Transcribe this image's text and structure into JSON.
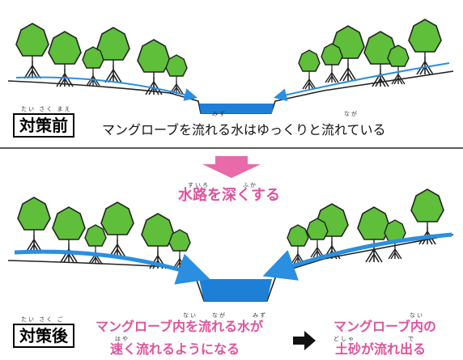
{
  "before": {
    "label": "対策前",
    "label_ruby": "たい さく まえ",
    "caption": "マングローブを流れる水はゆっくりと流れている",
    "ruby_naga": "なが",
    "ruby_mizu": "みず"
  },
  "step": {
    "text": "水路を深くする",
    "ruby_suiro": "すいろ",
    "ruby_fuka": "ふか"
  },
  "after": {
    "label": "対策後",
    "label_ruby": "たい さく ご",
    "effect1_line1": "マングローブ内を流れる水が",
    "effect1_line2": "速く流れるようになる",
    "effect2_line1": "マングローブ内の",
    "effect2_line2": "土砂が流れ出る",
    "ruby_nai": "ない",
    "ruby_naga": "なが",
    "ruby_mizu": "みず",
    "ruby_haya": "はや",
    "ruby_dosha": "どしゃ",
    "ruby_de": "で"
  },
  "colors": {
    "tree_fill": "#5fbf3a",
    "water": "#1e7fd6",
    "flow_arrow": "#2a8fe0",
    "pink": "#e0529c"
  }
}
